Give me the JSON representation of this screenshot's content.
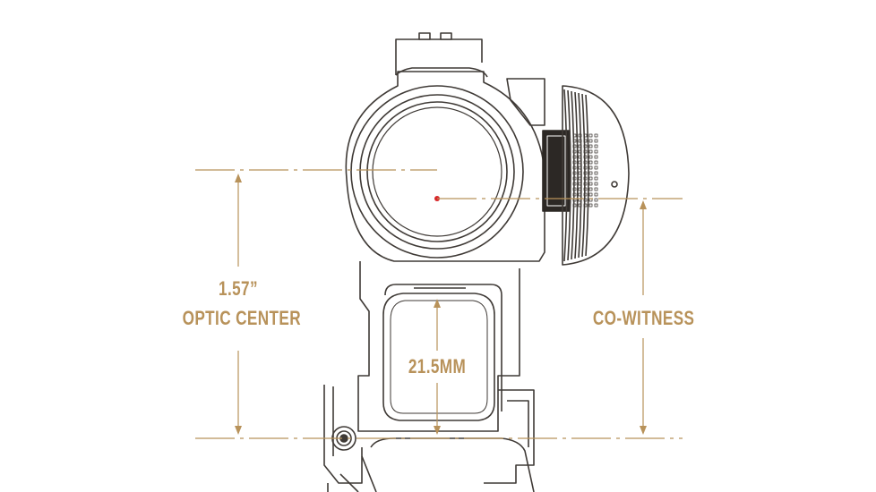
{
  "colors": {
    "accent": "#b8925a",
    "line": "#3f3a36",
    "dot": "#d8262a",
    "background": "#ffffff"
  },
  "labels": {
    "height_value": "1.57”",
    "height_caption": "OPTIC CENTER",
    "cowitness": "CO-WITNESS",
    "window": "21.5MM"
  }
}
